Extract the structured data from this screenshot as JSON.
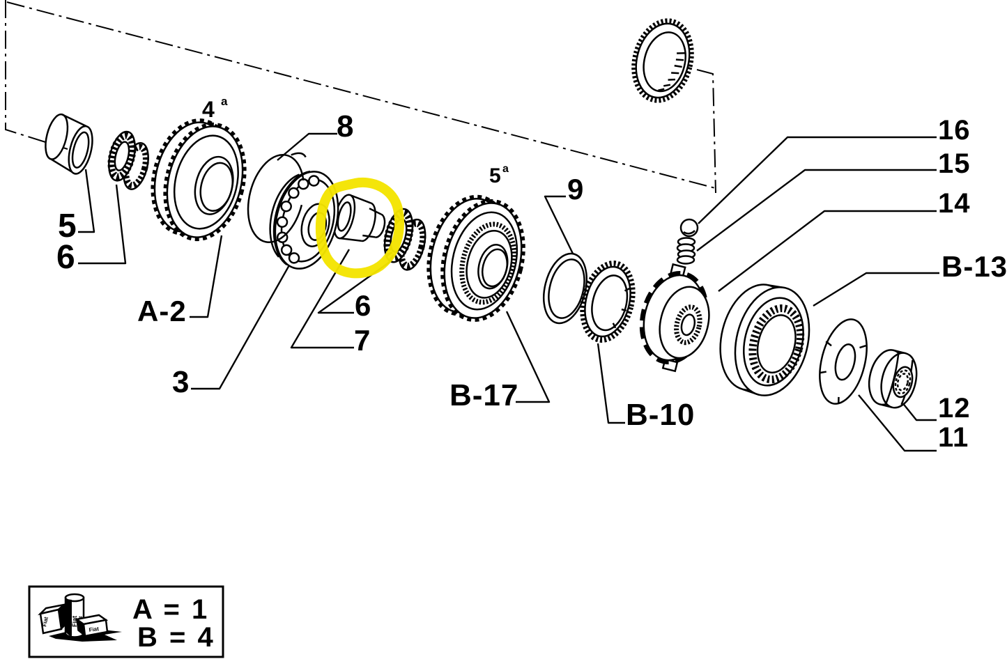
{
  "figure": {
    "callouts": {
      "bushing": "5",
      "needle_left": "6",
      "gear4": "4",
      "gear4_sup": "a",
      "circlip": "8",
      "a2": "A-2",
      "shaft": "3",
      "needle_mid": "6",
      "spacer": "7",
      "gear5": "5",
      "gear5_sup": "a",
      "snap_ring": "9",
      "b17": "B-17",
      "b10": "B-10",
      "ball": "16",
      "spring": "15",
      "hub": "14",
      "b13": "B-13",
      "nut": "12",
      "washer": "11"
    },
    "colors": {
      "line": "#000000",
      "background": "#ffffff",
      "highlight": "#f4e400"
    }
  },
  "legend": {
    "rows": {
      "a": "A = 1",
      "b": "B = 4"
    },
    "brand": "Fiat"
  }
}
